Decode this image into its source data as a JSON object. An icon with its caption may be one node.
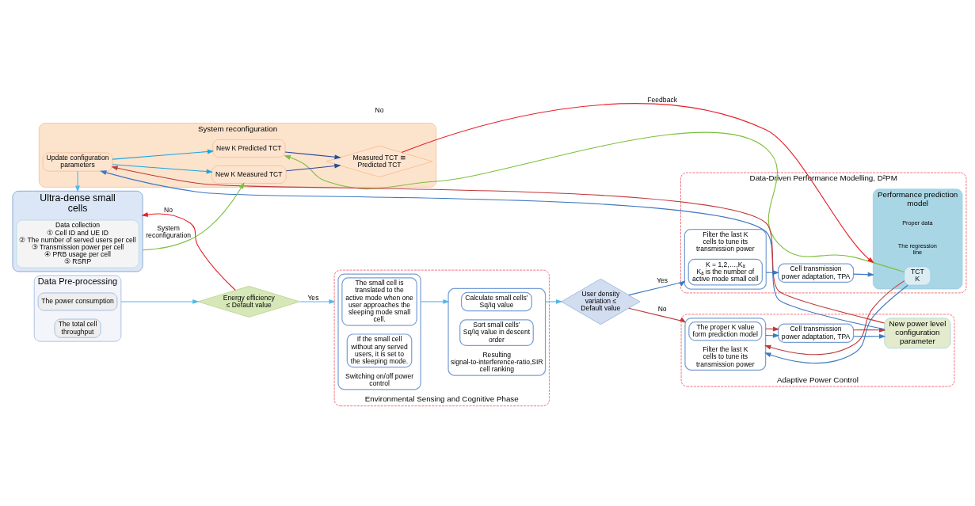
{
  "diagram": {
    "nodes": [
      {
        "text": [
          "Energy efficiency ≤ Default value"
        ]
      },
      {
        "text": [
          "Data Pre-processing"
        ]
      },
      {
        "text": [
          "The power consumption"
        ],
        "in": 1
      },
      {
        "text": [
          "The total cell throughput"
        ],
        "in": 1
      },
      {
        "text": [
          "Environmental Sensing and Cognitive Phase"
        ]
      },
      {
        "text": [
          "Switching on/off power control"
        ],
        "in": 4
      },
      {
        "text": [
          "The small cell is translated to the active mode when one user approaches the sleeping mode small cell."
        ],
        "in": 5
      },
      {
        "text": [
          "If the small cell without any served users, it is set to the sleeping mode."
        ],
        "in": 5
      },
      {
        "text": [
          "Resulting signal-to-interference-ratio,SIR cell ranking"
        ],
        "in": 4
      },
      {
        "text": [
          "Calculate small cells’ Sq/Iq value"
        ],
        "in": 8
      },
      {
        "text": [
          "Sort small cells’ Sq/Iq value in descent order"
        ],
        "in": 8
      },
      {
        "text": [
          "User density variation ≤ Default value"
        ]
      },
      {
        "text": [
          "Data-Driven Performance Modelling, D²PM"
        ]
      },
      {
        "text": [
          "Filter the last K cells to tune its transmission power"
        ],
        "in": 12
      },
      {
        "text": [
          "K = 1,2,…,Kₐ",
          "Kₐ is the number of active mode small cell"
        ],
        "in": 13
      },
      {
        "text": [
          "Cell transmission power adaptation, TPA"
        ],
        "in": 12
      },
      {
        "text": [
          "Performance prediction model"
        ],
        "in": 12
      },
      {
        "text": [
          "TCT",
          "K"
        ],
        "in": 16
      },
      {
        "text": [
          "Adaptive Power Control"
        ]
      },
      {
        "text": [
          "Filter the last K cells to tune its transmission power"
        ],
        "in": 18
      },
      {
        "text": [
          "The proper K value form prediction model"
        ],
        "in": 19
      },
      {
        "text": [
          "Cell transmission power adaptation, TPA"
        ],
        "in": 18
      },
      {
        "text": [
          "New power level configuration parameter"
        ],
        "in": 18
      },
      {
        "text": [
          "Ultra-dense small cells"
        ]
      },
      {
        "text": [
          "Data collection",
          "① Cell ID and UE ID",
          "② The number of served users per cell",
          "③ Transmission power per cell",
          "④ PRB usage per cell",
          "⑤ RSRP"
        ],
        "in": 23
      },
      {
        "text": [
          "System reconfiguration"
        ]
      },
      {
        "text": [
          "Update configuration parameters"
        ],
        "in": 25
      },
      {
        "text": [
          "New K Measured TCT"
        ],
        "in": 25
      },
      {
        "text": [
          "Measured TCT ≅ Predicted TCT"
        ],
        "in": 25
      },
      {
        "text": [
          "New K Predicted TCT"
        ],
        "in": 25
      }
    ],
    "edges": [
      {
        "from": 1,
        "to": 0,
        "arrow": "to",
        "color": "#4fb8ea"
      },
      {
        "from": 0,
        "to": 4,
        "arrow": "to",
        "label": "Yes",
        "color": "#4fb8ea"
      },
      {
        "from": 0,
        "to": 23,
        "arrow": "to",
        "label": "No",
        "color": "#e8202a"
      },
      {
        "from": 5,
        "to": 8,
        "arrow": "to",
        "color": "#4fb8ea"
      },
      {
        "from": 8,
        "to": 11,
        "arrow": "to",
        "color": "#4fb8ea"
      },
      {
        "from": 11,
        "to": 13,
        "arrow": "to",
        "label": "Yes",
        "color": "#3d78c0"
      },
      {
        "from": 11,
        "to": 19,
        "arrow": "to",
        "label": "No",
        "color": "#c0393b"
      },
      {
        "from": 13,
        "to": 15,
        "arrow": "to",
        "color": "#3d78c0"
      },
      {
        "from": 15,
        "to": 16,
        "arrow": "to",
        "color": "#3d78c0"
      },
      {
        "from": 17,
        "to": 19,
        "arrow": "to",
        "color": "#3d78c0"
      },
      {
        "from": 17,
        "to": 19,
        "arrow": "to",
        "color": "#c0393b"
      },
      {
        "from": 19,
        "to": 21,
        "arrow": "to",
        "color": "#3d78c0"
      },
      {
        "from": 19,
        "to": 21,
        "arrow": "to",
        "color": "#c0393b"
      },
      {
        "from": 21,
        "to": 22,
        "arrow": "to",
        "color": "#3d78c0"
      },
      {
        "from": 21,
        "to": 22,
        "arrow": "to",
        "color": "#c0393b"
      },
      {
        "from": 22,
        "to": 26,
        "arrow": "to",
        "color": "#3d78c0"
      },
      {
        "from": 22,
        "to": 26,
        "arrow": "to",
        "color": "#c0393b"
      },
      {
        "from": 26,
        "to": 23,
        "arrow": "to",
        "color": "#4fb8ea"
      },
      {
        "from": 23,
        "to": 27,
        "arrow": "to",
        "label": "System reconfiguration",
        "color": "#7cbf3c"
      },
      {
        "from": 26,
        "to": 27,
        "arrow": "to",
        "color": "#1aa6e0"
      },
      {
        "from": 26,
        "to": 29,
        "arrow": "to",
        "color": "#1aa6e0"
      },
      {
        "from": 27,
        "to": 28,
        "arrow": "to",
        "color": "#2a4a9a"
      },
      {
        "from": 29,
        "to": 28,
        "arrow": "to",
        "color": "#2a4a9a"
      },
      {
        "from": 17,
        "to": 29,
        "arrow": "to",
        "color": "#7cbf3c"
      },
      {
        "from": 28,
        "to": 16,
        "arrow": "to",
        "label": "Feedback",
        "color": "#e8202a"
      }
    ],
    "labels": [
      "No"
    ],
    "legend": [
      {
        "text": "Proper data"
      },
      {
        "text": "The regression line"
      }
    ]
  }
}
